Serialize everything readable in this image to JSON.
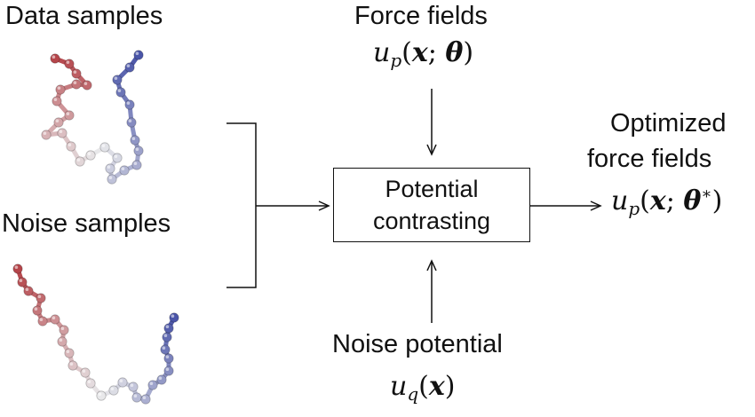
{
  "data_samples": {
    "label": "Data samples"
  },
  "noise_samples": {
    "label": "Noise samples"
  },
  "force_fields": {
    "label": "Force fields"
  },
  "noise_potential": {
    "label": "Noise potential"
  },
  "center_box": {
    "line1": "Potential",
    "line2": "contrasting"
  },
  "output": {
    "line1": "Optimized",
    "line2": "force fields"
  },
  "colors": {
    "chain_start": "#b5454a",
    "chain_mid": "#e8e8ea",
    "chain_end": "#4a55a8",
    "line": "#111111"
  }
}
